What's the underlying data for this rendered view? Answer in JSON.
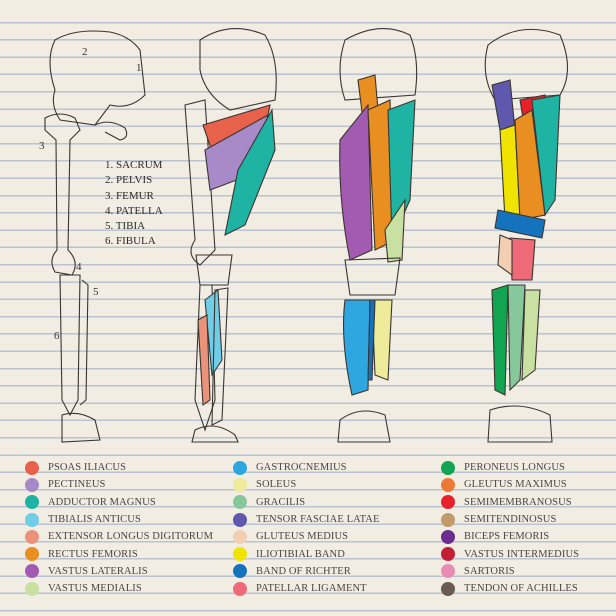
{
  "bone_key": [
    "1. SACRUM",
    "2. PELVIS",
    "3. FEMUR",
    "4. PATELLA",
    "5. TIBIA",
    "6. FIBULA"
  ],
  "bone_labels": {
    "sacrum": "1",
    "pelvis": "2",
    "femur": "3",
    "patella": "4",
    "tibia": "5",
    "fibula": "6"
  },
  "legend": [
    [
      {
        "label": "PSOAS ILIACUS",
        "color": "#e8614a"
      },
      {
        "label": "PECTINEUS",
        "color": "#a98ac8"
      },
      {
        "label": "ADDUCTOR MAGNUS",
        "color": "#1fb3a3"
      },
      {
        "label": "TIBIALIS ANTICUS",
        "color": "#6fcde6"
      },
      {
        "label": "EXTENSOR LONGUS DIGITORUM",
        "color": "#ea937a"
      },
      {
        "label": "RECTUS FEMORIS",
        "color": "#e98e20"
      },
      {
        "label": "VASTUS LATERALIS",
        "color": "#a25bb0"
      },
      {
        "label": "VASTUS MEDIALIS",
        "color": "#c8e0a2"
      }
    ],
    [
      {
        "label": "GASTROCNEMIUS",
        "color": "#2ea7e0"
      },
      {
        "label": "SOLEUS",
        "color": "#eeeb9a"
      },
      {
        "label": "GRACILIS",
        "color": "#86c89c"
      },
      {
        "label": "TENSOR FASCIAE LATAE",
        "color": "#5f58ad"
      },
      {
        "label": "GLUTEUS MEDIUS",
        "color": "#f2cfb3"
      },
      {
        "label": "ILIOTIBIAL BAND",
        "color": "#f0e300"
      },
      {
        "label": "BAND OF RICHTER",
        "color": "#1573bd"
      },
      {
        "label": "PATELLAR LIGAMENT",
        "color": "#ee6a78"
      }
    ],
    [
      {
        "label": "PERONEUS LONGUS",
        "color": "#11a451"
      },
      {
        "label": "GLEUTUS MAXIMUS",
        "color": "#ee7835"
      },
      {
        "label": "SEMIMEMBRANOSUS",
        "color": "#e8202a"
      },
      {
        "label": "SEMITENDINOSUS",
        "color": "#c39a6b"
      },
      {
        "label": "BICEPS FEMORIS",
        "color": "#6d2c90"
      },
      {
        "label": "VASTUS INTERMEDIUS",
        "color": "#c21f35"
      },
      {
        "label": "SARTORIS",
        "color": "#e88bb5"
      },
      {
        "label": "TENDON OF ACHILLES",
        "color": "#6a5c52"
      }
    ]
  ]
}
